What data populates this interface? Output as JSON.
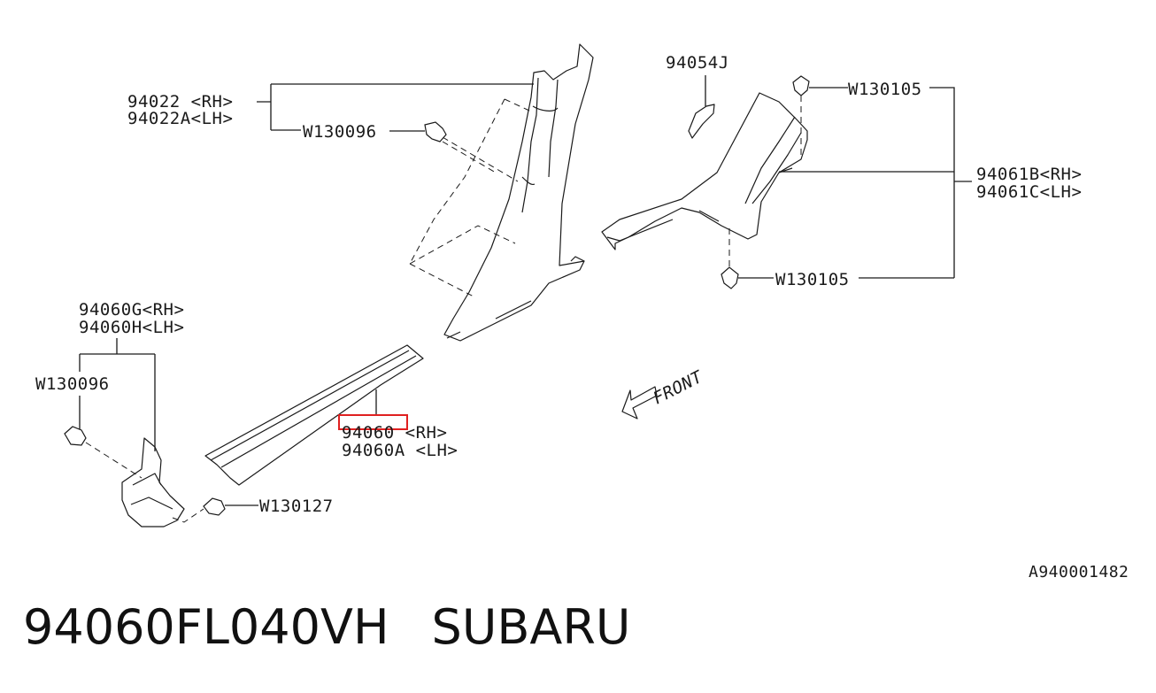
{
  "labels": {
    "p94022_rh": "94022 <RH>",
    "p94022a_lh": "94022A<LH>",
    "w130096_top": "W130096",
    "p94054j": "94054J",
    "w130105_top": "W130105",
    "p94061b_rh": "94061B<RH>",
    "p94061c_lh": "94061C<LH>",
    "w130105_bottom": "W130105",
    "p94060g_rh": "94060G<RH>",
    "p94060h_lh": "94060H<LH>",
    "w130096_left": "W130096",
    "p94060_rh": "94060  <RH>",
    "p94060a_lh": "94060A <LH>",
    "w130127": "W130127",
    "front": "FRONT",
    "diagram_id": "A940001482"
  },
  "caption": {
    "part_number": "94060FL040VH",
    "brand": "SUBARU"
  },
  "colors": {
    "line": "#1a1a1a",
    "highlight": "#e02020"
  }
}
